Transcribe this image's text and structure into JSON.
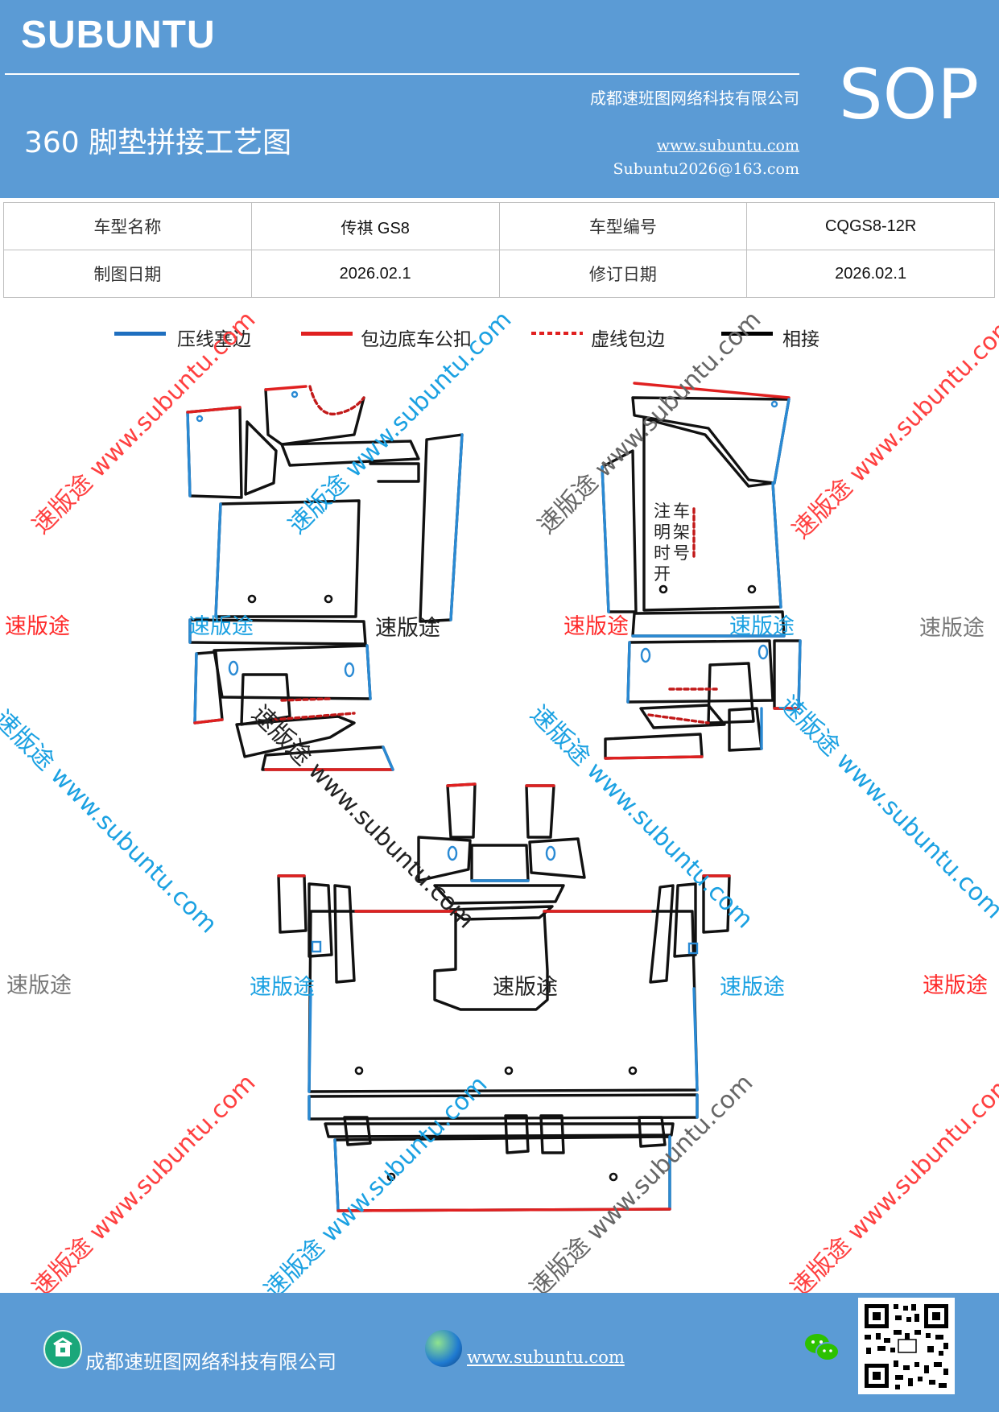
{
  "header": {
    "brand": "SUBUNTU",
    "badge": "SOP",
    "company": "成都速班图网络科技有限公司",
    "title": "360 脚垫拼接工艺图",
    "website": "www.subuntu.com",
    "email": "Subuntu2026@163.com"
  },
  "info_table": {
    "rows": [
      [
        "车型名称",
        "传祺 GS8",
        "车型编号",
        "CQGS8-12R"
      ],
      [
        "制图日期",
        "2026.02.1",
        "修订日期",
        "2026.02.1"
      ]
    ]
  },
  "legend": [
    {
      "label": "压线塞边",
      "color": "#1f6fbf",
      "style": "solid"
    },
    {
      "label": "包边底车公扣",
      "color": "#e02020",
      "style": "solid"
    },
    {
      "label": "虚线包边",
      "color": "#e02020",
      "style": "dashed"
    },
    {
      "label": "相接",
      "color": "#000000",
      "style": "solid"
    }
  ],
  "drawing_note": [
    "注",
    "明",
    "时",
    "开",
    "车",
    "架",
    "号"
  ],
  "watermarks": {
    "short": "速版途",
    "long": "速版途 www.subuntu.com"
  },
  "footer": {
    "company": "成都速班图网络科技有限公司",
    "website": "www.subuntu.com"
  },
  "colors": {
    "header_bg": "#5b9bd5",
    "blue_edge": "#2a8ad4",
    "red_edge": "#e02020"
  }
}
